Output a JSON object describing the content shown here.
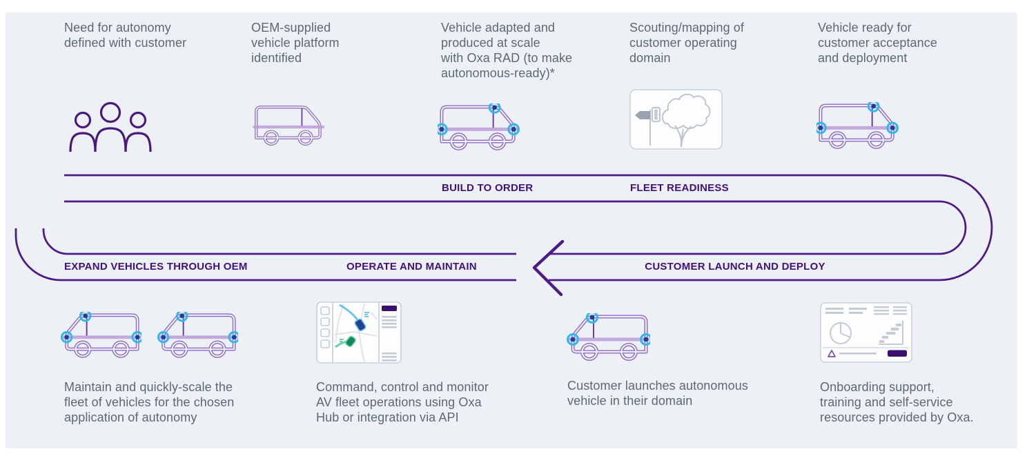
{
  "diagram": {
    "subject": "Oxa autonomous vehicle deployment lifecycle",
    "panel_background": "#edf1f5"
  },
  "colors": {
    "track_line": "#4c1b86",
    "track_label": "#40107c",
    "body_text": "#5c6876",
    "van_outline": "#8f68c0",
    "van_detail": "#6a39a5",
    "people_purple": "#4a1a7a",
    "sensor_ring": "#35b6ea",
    "sensor_dot": "#1e3e97",
    "icon_gray": "#bcc5cf",
    "accent_purple_fill": "#3a0f70",
    "hub_route_blue": "#49b4e8",
    "hub_route_green": "#43c08e"
  },
  "top_steps": [
    {
      "icon": "people-icon",
      "label": "Need for autonomy\ndefined with customer"
    },
    {
      "icon": "van-icon",
      "label": "OEM-supplied\nvehicle platform\nidentified"
    },
    {
      "icon": "van-sensors-icon",
      "label": "Vehicle adapted and\nproduced at scale\nwith Oxa RAD (to make\nautonomous-ready)*"
    },
    {
      "icon": "scouting-map-icon",
      "label": "Scouting/mapping of\ncustomer operating\ndomain"
    },
    {
      "icon": "van-sensors-icon",
      "label": "Vehicle ready for\ncustomer acceptance\nand deployment"
    }
  ],
  "track_labels": {
    "build_to_order": "BUILD TO ORDER",
    "fleet_readiness": "FLEET READINESS",
    "expand_vehicles": "EXPAND VEHICLES THROUGH OEM",
    "operate_maintain": "OPERATE AND MAINTAIN",
    "customer_launch": "CUSTOMER LAUNCH AND DEPLOY"
  },
  "bottom_steps": [
    {
      "icon": "van-fleet-icon",
      "label": "Maintain and quickly-scale the\nfleet of vehicles for the chosen\napplication of autonomy"
    },
    {
      "icon": "oxa-hub-icon",
      "label": "Command, control and monitor\nAV fleet operations using Oxa\nHub or integration via API"
    },
    {
      "icon": "van-sensors-icon",
      "label": "Customer launches autonomous\nvehicle in their domain"
    },
    {
      "icon": "onboarding-docs-icon",
      "label": "Onboarding support,\ntraining and self-service\nresources provided by Oxa."
    }
  ]
}
